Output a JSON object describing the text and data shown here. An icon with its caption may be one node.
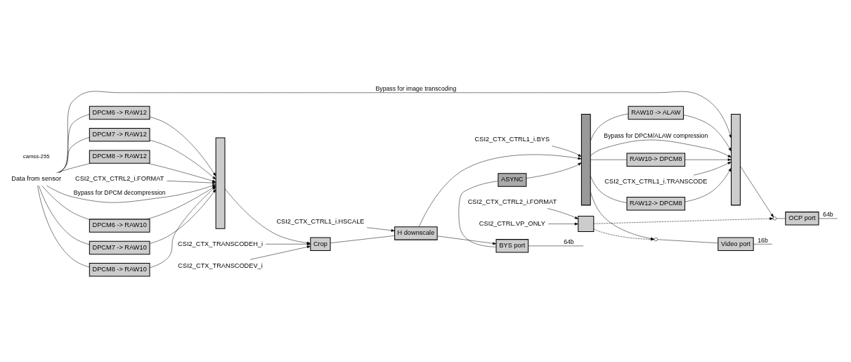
{
  "diagram": {
    "nodes": [
      {
        "text": [
          "CSI2_CTX_CTRL2_i.FORMAT"
        ]
      },
      {
        "text": [
          "CSI2_CTX_CTRL1_i.TRANSCODE"
        ]
      },
      {
        "text": [
          "Data from sensor"
        ]
      },
      {
        "text": [
          "DPCM6 -> RAW10"
        ]
      },
      {
        "text": [
          "DPCM7 -> RAW10"
        ]
      },
      {
        "text": [
          "DPCM8 -> RAW10"
        ]
      },
      {
        "text": [
          "DPCM6 -> RAW12"
        ]
      },
      {
        "text": [
          "DPCM7 -> RAW12"
        ]
      },
      {
        "text": [
          "DPCM8 -> RAW12"
        ]
      },
      {
        "text": [],
        "shape": "trapezoid"
      },
      {
        "text": [
          "CSI2_CTX_CTRL1_i.BYS"
        ]
      },
      {
        "text": [
          "Crop"
        ]
      },
      {
        "text": [
          "H downscale"
        ]
      },
      {
        "text": [],
        "shape": "trapezoid"
      },
      {
        "text": [
          "RAW10-> DPCM8"
        ]
      },
      {
        "text": [
          "RAW12-> DPCM8"
        ]
      },
      {
        "text": [
          "RAW10 -> ALAW"
        ]
      },
      {
        "text": [],
        "shape": "trapezoid"
      },
      {
        "text": [],
        "shape": "switch"
      },
      {
        "text": [
          "OCP port"
        ]
      },
      {
        "text": [],
        "shape": "box"
      },
      {
        "text": [
          "CSI2_CTX_CTRL2_i.FORMAT"
        ]
      },
      {
        "text": [
          "CSI2_CTRL.VP_ONLY"
        ]
      },
      {
        "text": [],
        "shape": "switch"
      },
      {
        "text": [
          "Video port"
        ]
      },
      {
        "text": [
          "CSI2_CTX_TRANSCODEH_i"
        ]
      },
      {
        "text": [
          "CSI2_CTX_TRANSCODEV_i"
        ]
      },
      {
        "text": [
          "CSI2_CTX_CTRL1_i.HSCALE"
        ]
      },
      {
        "text": [
          "ASYNC"
        ]
      },
      {
        "text": [
          "BYS port"
        ]
      }
    ],
    "edges": [
      {
        "from": 2,
        "to": 3,
        "arrow": "none"
      },
      {
        "from": 2,
        "to": 4,
        "arrow": "none"
      },
      {
        "from": 2,
        "to": 5,
        "arrow": "none"
      },
      {
        "from": 2,
        "to": 6,
        "arrow": "none"
      },
      {
        "from": 2,
        "to": 7,
        "arrow": "none"
      },
      {
        "from": 2,
        "to": 8,
        "arrow": "none"
      },
      {
        "from": 3,
        "to": 9,
        "arrow": "to"
      },
      {
        "from": 4,
        "to": 9,
        "arrow": "to"
      },
      {
        "from": 5,
        "to": 9,
        "arrow": "to"
      },
      {
        "from": 6,
        "to": 9,
        "arrow": "to"
      },
      {
        "from": 7,
        "to": 9,
        "arrow": "to"
      },
      {
        "from": 8,
        "to": 9,
        "arrow": "to"
      },
      {
        "from": 2,
        "to": 9,
        "arrow": "to",
        "label": "Bypass for DPCM decompression"
      },
      {
        "from": 2,
        "to": 17,
        "arrow": "to",
        "label": "Bypass for image transcoding"
      },
      {
        "from": 0,
        "to": 9,
        "arrow": "to"
      },
      {
        "from": 9,
        "to": 11,
        "arrow": "to"
      },
      {
        "from": 11,
        "to": 12,
        "arrow": "none"
      },
      {
        "from": 12,
        "to": 13,
        "arrow": "to"
      },
      {
        "from": 12,
        "to": 29,
        "arrow": "to"
      },
      {
        "from": 29,
        "to": 28,
        "arrow": "none"
      },
      {
        "from": 28,
        "to": 13,
        "arrow": "to"
      },
      {
        "from": 10,
        "to": 13,
        "arrow": "to"
      },
      {
        "from": 25,
        "to": 11,
        "arrow": "to"
      },
      {
        "from": 26,
        "to": 11,
        "arrow": "to"
      },
      {
        "from": 27,
        "to": 12,
        "arrow": "to"
      },
      {
        "from": 13,
        "to": 14,
        "arrow": "none"
      },
      {
        "from": 13,
        "to": 15,
        "arrow": "none"
      },
      {
        "from": 13,
        "to": 16,
        "arrow": "none"
      },
      {
        "from": 14,
        "to": 17,
        "arrow": "to"
      },
      {
        "from": 15,
        "to": 17,
        "arrow": "to"
      },
      {
        "from": 16,
        "to": 17,
        "arrow": "to"
      },
      {
        "from": 13,
        "to": 17,
        "arrow": "to",
        "label": "Bypass for DPCM/ALAW compression"
      },
      {
        "from": 1,
        "to": 17,
        "arrow": "to"
      },
      {
        "from": 13,
        "to": 23,
        "arrow": "to"
      },
      {
        "from": 17,
        "to": 18,
        "arrow": "to"
      },
      {
        "from": 18,
        "to": 19,
        "arrow": "none"
      },
      {
        "from": 23,
        "to": 24,
        "arrow": "none"
      },
      {
        "from": 20,
        "to": 18,
        "arrow": "to",
        "style": "dashed"
      },
      {
        "from": 20,
        "to": 23,
        "arrow": "to",
        "style": "dashed"
      },
      {
        "from": 21,
        "to": 20,
        "arrow": "to"
      },
      {
        "from": 22,
        "to": 20,
        "arrow": "to"
      },
      {
        "from": 19,
        "to": null,
        "arrow": "none",
        "label": "64b"
      },
      {
        "from": 24,
        "to": null,
        "arrow": "none",
        "label": "16b"
      },
      {
        "from": 29,
        "to": null,
        "arrow": "none",
        "label": "64b"
      }
    ],
    "labels": [
      "camss-255"
    ]
  }
}
